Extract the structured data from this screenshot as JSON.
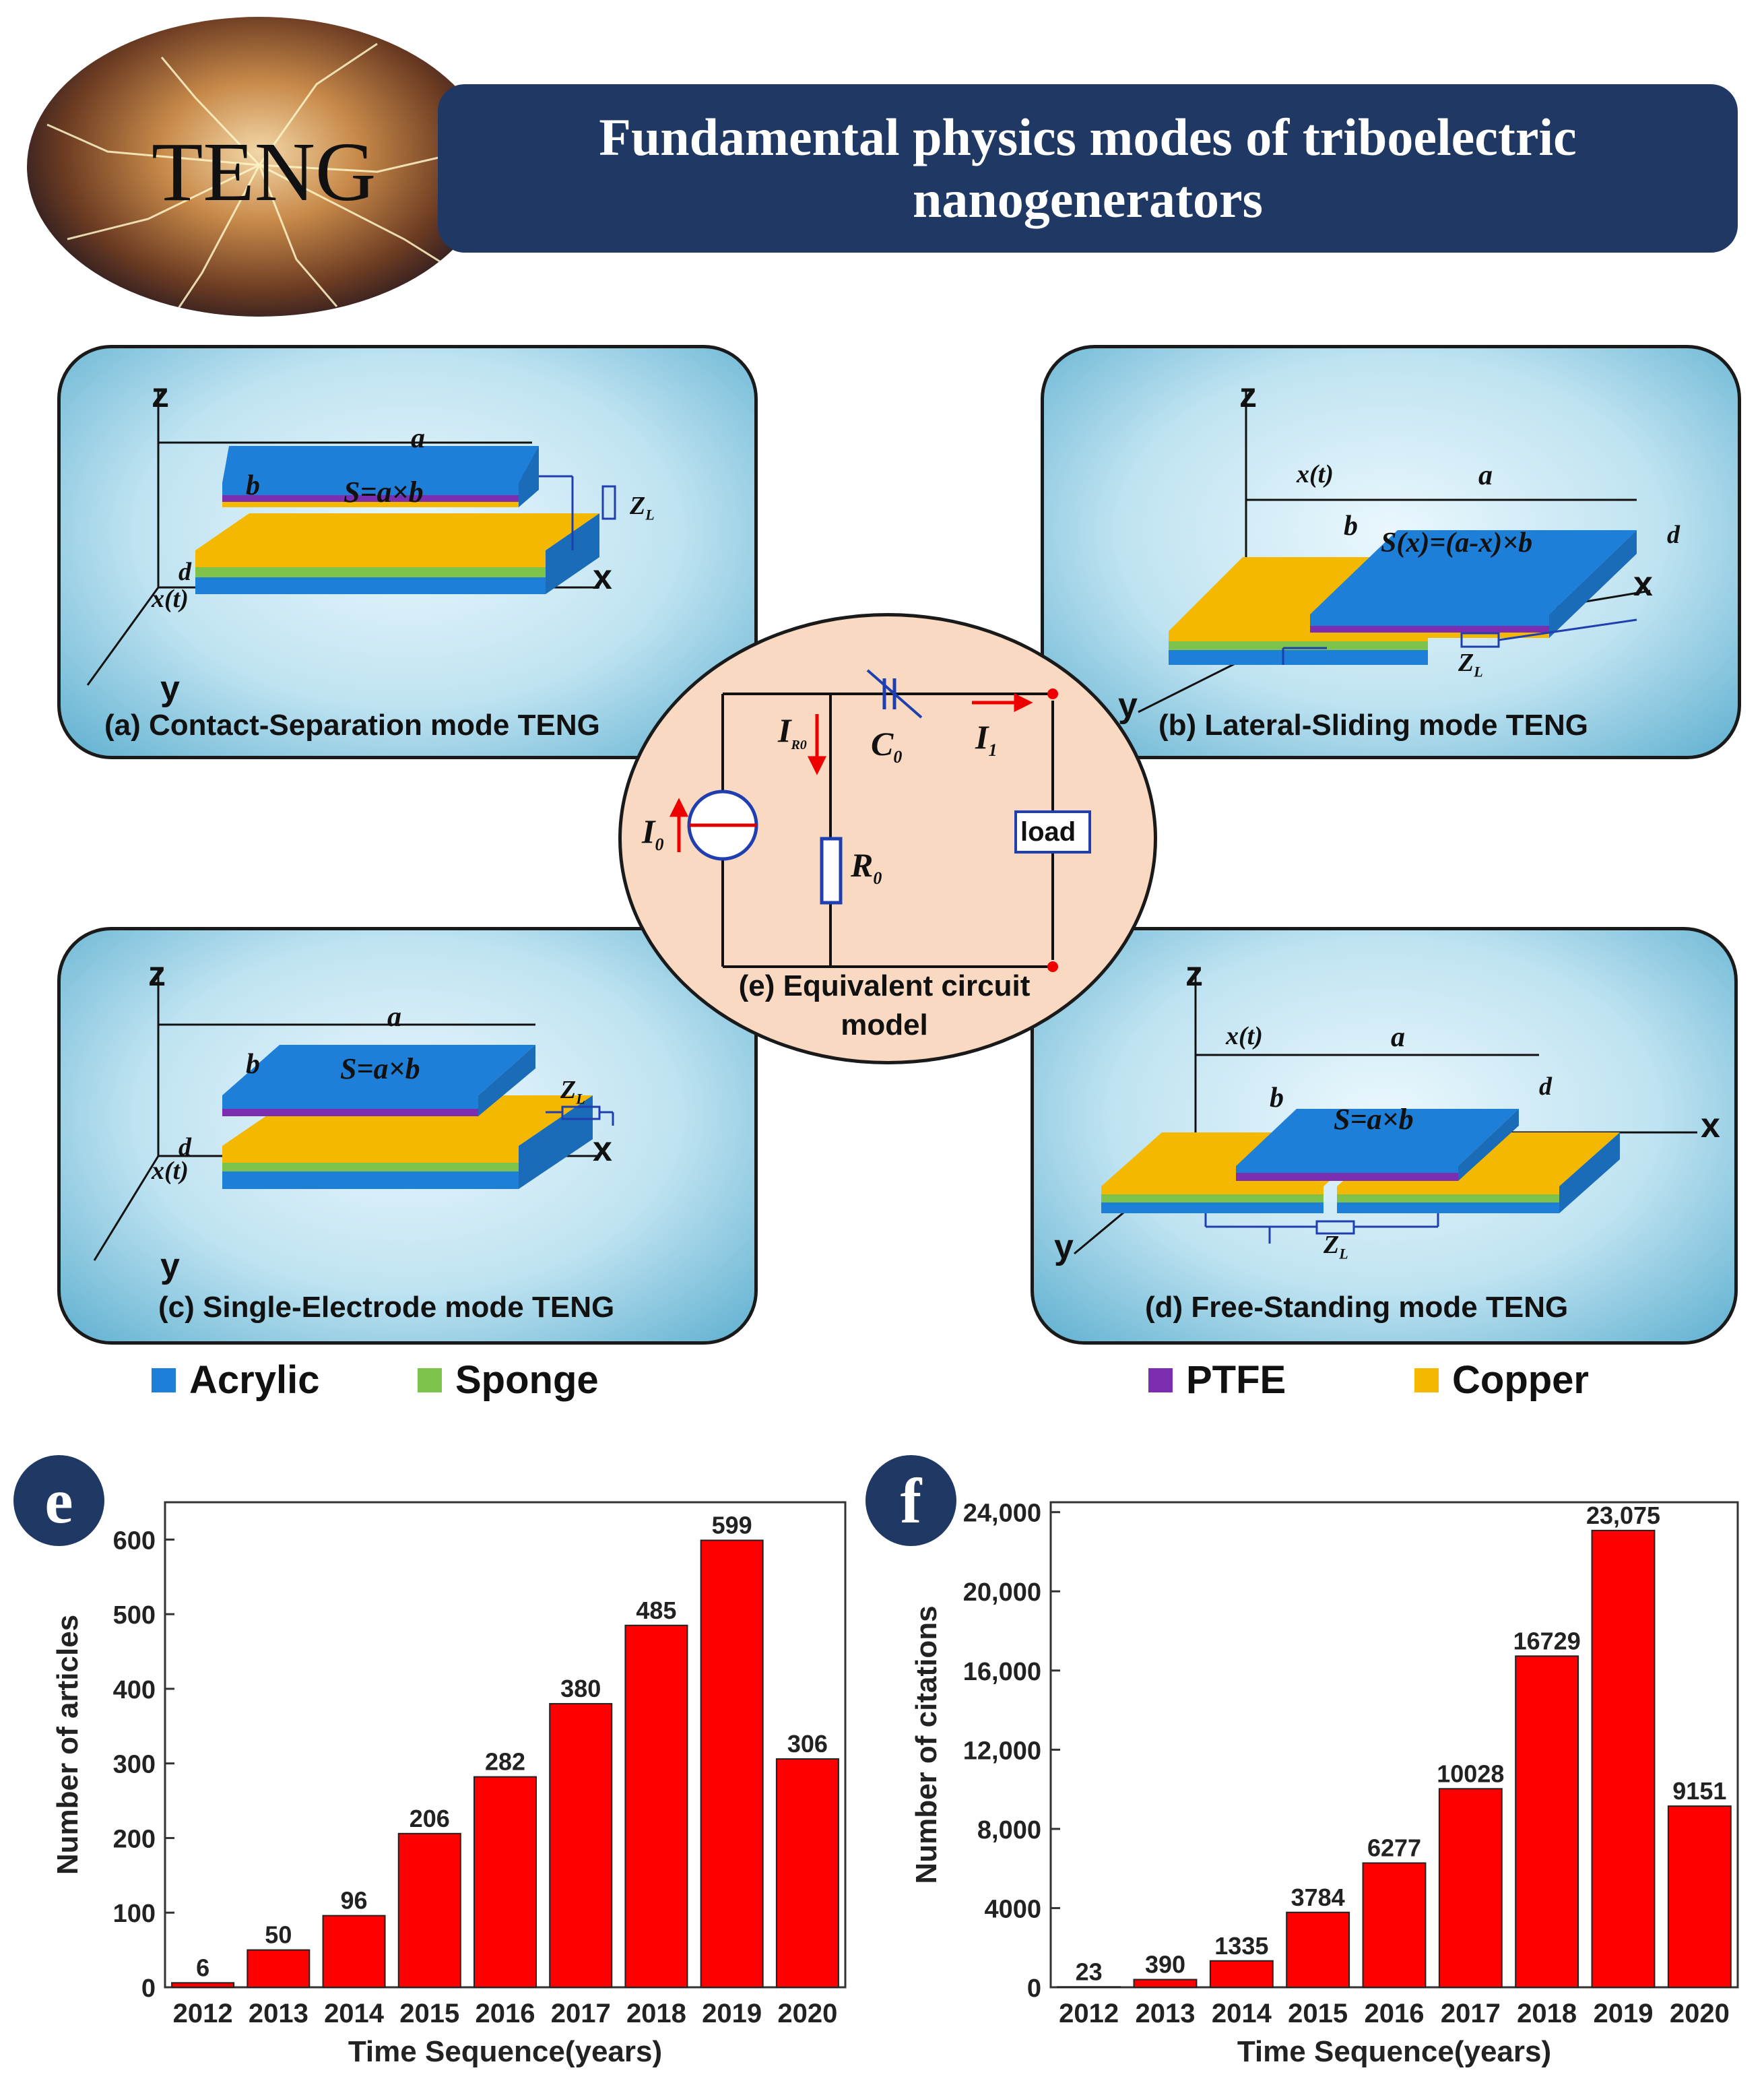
{
  "header": {
    "logo_text": "TENG",
    "title_line1": "Fundamental physics modes of triboelectric",
    "title_line2": "nanogenerators"
  },
  "panels": {
    "a": {
      "caption": "(a) Contact-Separation mode TENG",
      "area": "S=a×b"
    },
    "b": {
      "caption": "(b) Lateral-Sliding mode TENG",
      "area": "S(x)=(a-x)×b"
    },
    "c": {
      "caption": "(c) Single-Electrode mode TENG",
      "area": "S=a×b"
    },
    "d": {
      "caption": "(d) Free-Standing mode TENG",
      "area": "S=a×b"
    },
    "e": {
      "caption_line1": "(e)  Equivalent circuit",
      "caption_line2": "model",
      "load": "load"
    }
  },
  "labels": {
    "z": "z",
    "x": "x",
    "y": "y",
    "a": "a",
    "b": "b",
    "d": "d",
    "xt": "x(t)",
    "ZL": "Z",
    "ZL_sub": "L",
    "I0": "I",
    "I0_sub": "0",
    "IR0": "I",
    "IR0_sub": "R0",
    "C0": "C",
    "C0_sub": "0",
    "I1": "I",
    "I1_sub": "1",
    "R0": "R",
    "R0_sub": "0"
  },
  "legend": [
    {
      "label": "Acrylic",
      "color": "#1e7fd8"
    },
    {
      "label": "Sponge",
      "color": "#7cc24b"
    },
    {
      "label": "PTFE",
      "color": "#7b2fb0"
    },
    {
      "label": "Copper",
      "color": "#f5b800"
    }
  ],
  "colors": {
    "acrylic": "#1e7fd8",
    "sponge": "#7cc24b",
    "ptfe": "#7b2fb0",
    "copper": "#f5b800",
    "bar": "#ff0000",
    "navy": "#1f3864"
  },
  "chart_data": [
    {
      "type": "bar",
      "badge": "e",
      "categories": [
        "2012",
        "2013",
        "2014",
        "2015",
        "2016",
        "2017",
        "2018",
        "2019",
        "2020"
      ],
      "values": [
        6,
        50,
        96,
        206,
        282,
        380,
        485,
        599,
        306
      ],
      "value_labels": [
        "6",
        "50",
        "96",
        "206",
        "282",
        "380",
        "485",
        "599",
        "306"
      ],
      "ylabel": "Number of articles",
      "xlabel": "Time Sequence(years)",
      "ylim": [
        0,
        650
      ],
      "yticks": [
        0,
        100,
        200,
        300,
        400,
        500,
        600
      ],
      "ytick_labels": [
        "0",
        "100",
        "200",
        "300",
        "400",
        "500",
        "600"
      ]
    },
    {
      "type": "bar",
      "badge": "f",
      "categories": [
        "2012",
        "2013",
        "2014",
        "2015",
        "2016",
        "2017",
        "2018",
        "2019",
        "2020"
      ],
      "values": [
        23,
        390,
        1335,
        3784,
        6277,
        10028,
        16729,
        23075,
        9151
      ],
      "value_labels": [
        "23",
        "390",
        "1335",
        "3784",
        "6277",
        "10028",
        "16729",
        "23,075",
        "9151"
      ],
      "ylabel": "Number of citations",
      "xlabel": "Time Sequence(years)",
      "ylim": [
        0,
        24500
      ],
      "yticks": [
        0,
        4000,
        8000,
        12000,
        16000,
        20000,
        24000
      ],
      "ytick_labels": [
        "0",
        "4000",
        "8,000",
        "12,000",
        "16,000",
        "20,000",
        "24,000"
      ]
    }
  ]
}
